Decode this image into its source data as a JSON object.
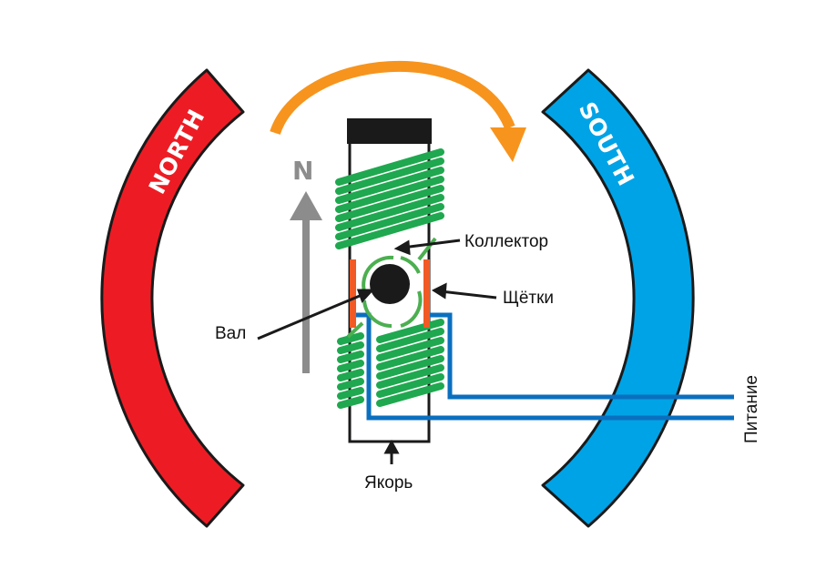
{
  "diagram": {
    "title": "DC motor principle",
    "poles": {
      "north": {
        "label": "NORTH",
        "color": "#ed1c24"
      },
      "south": {
        "label": "SOUTH",
        "color": "#00a3e6"
      }
    },
    "field_direction_label": "N",
    "rotation_arrow_color": "#f7941d",
    "coil_color": "#1fa84f",
    "brush_color": "#f15a24",
    "wire_color": "#0a6fbf",
    "labels": {
      "commutator": "Коллектор",
      "brushes": "Щётки",
      "shaft": "Вал",
      "armature": "Якорь",
      "power": "Питание"
    }
  }
}
